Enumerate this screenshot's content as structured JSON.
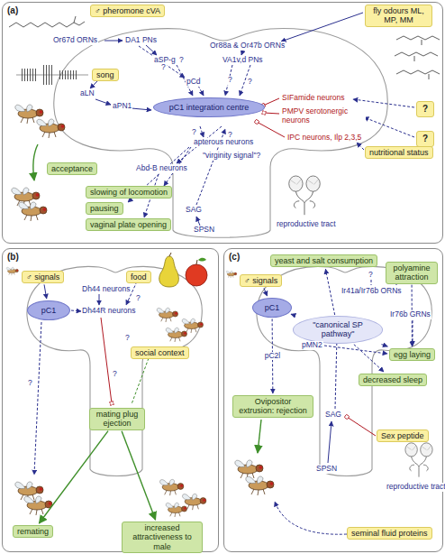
{
  "diagram": {
    "nodes": [
      {
        "text": [
          "(a)"
        ]
      },
      {
        "text": [
          "♂ pheromone cVA"
        ],
        "in": 0
      },
      {
        "text": [
          "song"
        ],
        "in": 0
      },
      {
        "text": [
          "fly odours ML, MP, MM"
        ],
        "in": 0
      },
      {
        "text": [
          "pC1 integration centre"
        ],
        "in": 0
      },
      {
        "text": [
          "?"
        ],
        "in": 0
      },
      {
        "text": [
          "?"
        ],
        "in": 0
      },
      {
        "text": [
          "nutritional status"
        ],
        "in": 0
      },
      {
        "text": [
          "acceptance"
        ],
        "in": 0
      },
      {
        "text": [
          "slowing of locomotion"
        ],
        "in": 0
      },
      {
        "text": [
          "pausing"
        ],
        "in": 0
      },
      {
        "text": [
          "vaginal plate opening"
        ],
        "in": 0
      },
      {
        "text": [
          "(b)"
        ]
      },
      {
        "text": [
          "♂ signals"
        ],
        "in": 12
      },
      {
        "text": [
          "pC1"
        ],
        "in": 12
      },
      {
        "text": [
          "food"
        ],
        "in": 12
      },
      {
        "text": [
          "social context"
        ],
        "in": 12
      },
      {
        "text": [
          "mating plug ejection"
        ],
        "in": 12
      },
      {
        "text": [
          "remating"
        ],
        "in": 12
      },
      {
        "text": [
          "increased attractiveness to male"
        ],
        "in": 12
      },
      {
        "text": [
          "(c)"
        ]
      },
      {
        "text": [
          "♂ signals"
        ],
        "in": 20
      },
      {
        "text": [
          "pC1"
        ],
        "in": 20
      },
      {
        "text": [
          "\"canonical SP pathway\""
        ],
        "in": 20
      },
      {
        "text": [
          "yeast and salt consumption"
        ],
        "in": 20
      },
      {
        "text": [
          "polyamine attraction"
        ],
        "in": 20
      },
      {
        "text": [
          "egg laying"
        ],
        "in": 20
      },
      {
        "text": [
          "decreased sleep"
        ],
        "in": 20
      },
      {
        "text": [
          "Ovipositor extrusion: rejection"
        ],
        "in": 20
      },
      {
        "text": [
          "Sex peptide"
        ],
        "in": 20
      },
      {
        "text": [
          "seminal fluid proteins"
        ],
        "in": 20
      }
    ],
    "edges": [
      {
        "from": 13,
        "to": 14,
        "arrow": "to"
      },
      {
        "from": 17,
        "to": 18,
        "arrow": "to"
      },
      {
        "from": 17,
        "to": 19,
        "arrow": "to"
      },
      {
        "from": 21,
        "to": 22,
        "arrow": "to"
      },
      {
        "from": 22,
        "to": 23,
        "arrow": "to"
      },
      {
        "from": 23,
        "to": 24,
        "arrow": "to"
      },
      {
        "from": 23,
        "to": 26,
        "arrow": "to"
      },
      {
        "from": 23,
        "to": 27,
        "arrow": "to"
      },
      {
        "from": 25,
        "to": 26,
        "arrow": "to"
      },
      {
        "from": 22,
        "to": 28,
        "label": "pC2l",
        "arrow": "to"
      }
    ],
    "labels": [
      "Or67d ORNs",
      "DA1 PNs",
      "aSP-g",
      "?",
      "pCd",
      "?",
      "Or88a & Or47b ORNs",
      "VA1v,d PNs",
      "?",
      "?",
      "aLN",
      "aPN1",
      "SIFamide neurons",
      "PMPV serotonergic neurons",
      "IPC neurons, Ilp 2,3,5",
      "?",
      "apterous neurons",
      "?",
      "\"virginity signal\"?",
      "Abd-B neurons",
      "SAG",
      "SPSN",
      "reproductive tract",
      "Dh44 neurons",
      "Dh44R neurons",
      "?",
      "?",
      "?",
      "?",
      "Ir41a/Ir76b ORNs",
      "?",
      "Ir76b GRNs",
      "pMN2",
      "SAG",
      "SPSN",
      "reproductive tract"
    ]
  }
}
